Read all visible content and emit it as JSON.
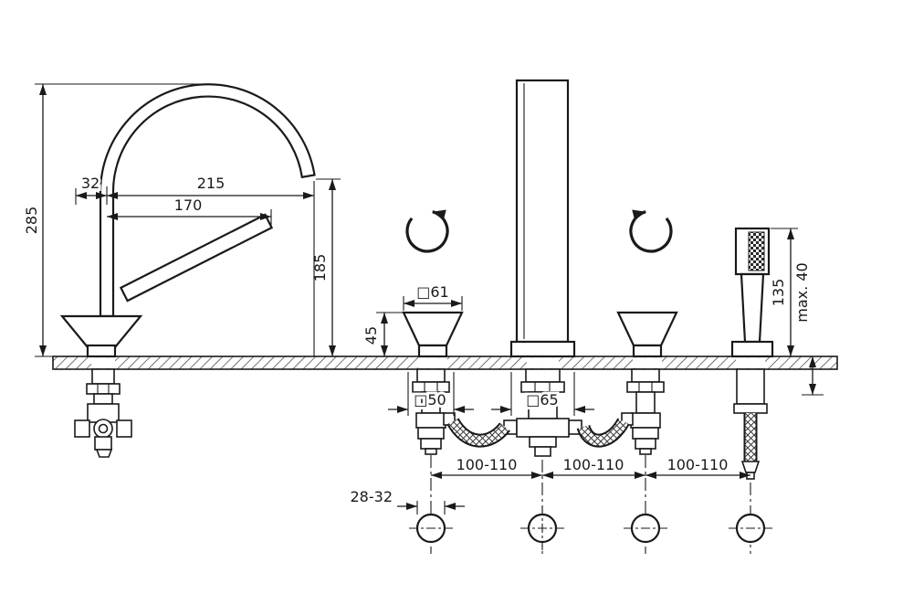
{
  "diagram": {
    "dimensions": {
      "overall_height": "285",
      "spout_offset": "32",
      "spout_reach": "215",
      "lever_reach": "170",
      "spout_outlet_height": "185",
      "handle_top_width": "□61",
      "handle_height": "45",
      "handle_base_width": "□50",
      "spout_base_width": "□65",
      "handshower_height": "135",
      "max_deck_thickness": "max. 40",
      "hole_spacing_1": "100-110",
      "hole_spacing_2": "100-110",
      "hole_spacing_3": "100-110",
      "hole_diameter_range": "28-32"
    },
    "icons": {
      "left_rotation": "rotate-ccw-icon",
      "right_rotation": "rotate-cw-icon"
    },
    "colors": {
      "ink": "#1a1a1a",
      "background": "#ffffff"
    }
  }
}
